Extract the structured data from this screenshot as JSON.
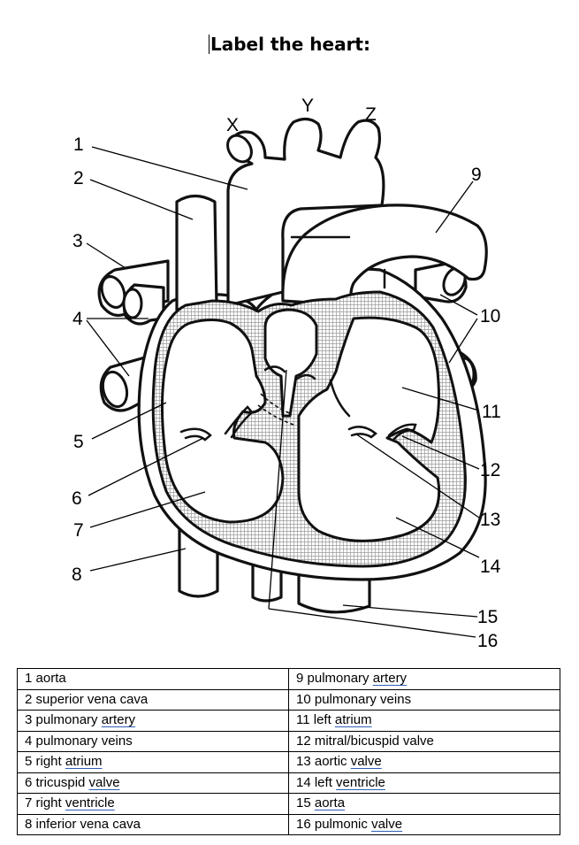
{
  "title": "Label the heart:",
  "diagram_labels": {
    "letters": [
      "X",
      "Y",
      "Z"
    ],
    "numbers": [
      "1",
      "2",
      "3",
      "4",
      "5",
      "6",
      "7",
      "8",
      "9",
      "10",
      "11",
      "12",
      "13",
      "14",
      "15",
      "16"
    ]
  },
  "key": {
    "left": [
      {
        "plain": "1 aorta",
        "squiggle": ""
      },
      {
        "plain": "2 superior vena cava",
        "squiggle": ""
      },
      {
        "plain": "3 pulmonary ",
        "squiggle": "artery"
      },
      {
        "plain": "4 pulmonary veins",
        "squiggle": ""
      },
      {
        "plain": "5 right ",
        "squiggle": "atrium"
      },
      {
        "plain": "6 tricuspid ",
        "squiggle": "valve"
      },
      {
        "plain": "7 right ",
        "squiggle": "ventricle"
      },
      {
        "plain": "8 inferior vena cava",
        "squiggle": ""
      }
    ],
    "right": [
      {
        "plain": "9 pulmonary ",
        "squiggle": "artery"
      },
      {
        "plain": "10 pulmonary veins",
        "squiggle": ""
      },
      {
        "plain": "11 left ",
        "squiggle": "atrium"
      },
      {
        "plain": "12 mitral/bicuspid valve",
        "squiggle": ""
      },
      {
        "plain": "13 aortic ",
        "squiggle": "valve"
      },
      {
        "plain": "14 left ",
        "squiggle": "ventricle"
      },
      {
        "plain": "15 ",
        "squiggle": "aorta"
      },
      {
        "plain": "16 pulmonic ",
        "squiggle": "valve"
      }
    ]
  },
  "colors": {
    "ink": "#000000",
    "spellcheck_underline": "#2f5fb5",
    "hatch": "#9a9a9a"
  }
}
